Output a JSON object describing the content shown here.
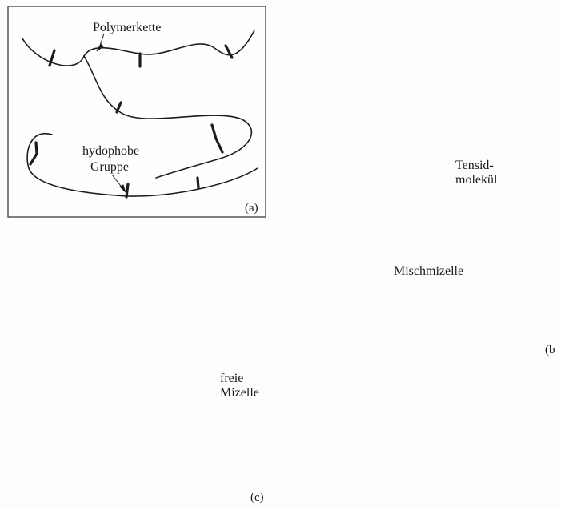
{
  "panels": {
    "a": {
      "label": "(a)",
      "polymer_label": "Polymerkette",
      "hydrophobe_line1": "hydophobe",
      "hydrophobe_line2": "Gruppe"
    },
    "b": {
      "label": "(b",
      "tensid_line1": "Tensid-",
      "tensid_line2": "molekül",
      "mischmizelle": "Mischmizelle"
    },
    "c": {
      "label": "(c)",
      "freie_line1": "freie",
      "freie_line2": "Mizelle"
    }
  },
  "colors": {
    "line": "#1c1c1c",
    "micelle": "#8a8a8a",
    "free_micelle": "#c2c2c2",
    "frame": "#4a4a4a"
  }
}
